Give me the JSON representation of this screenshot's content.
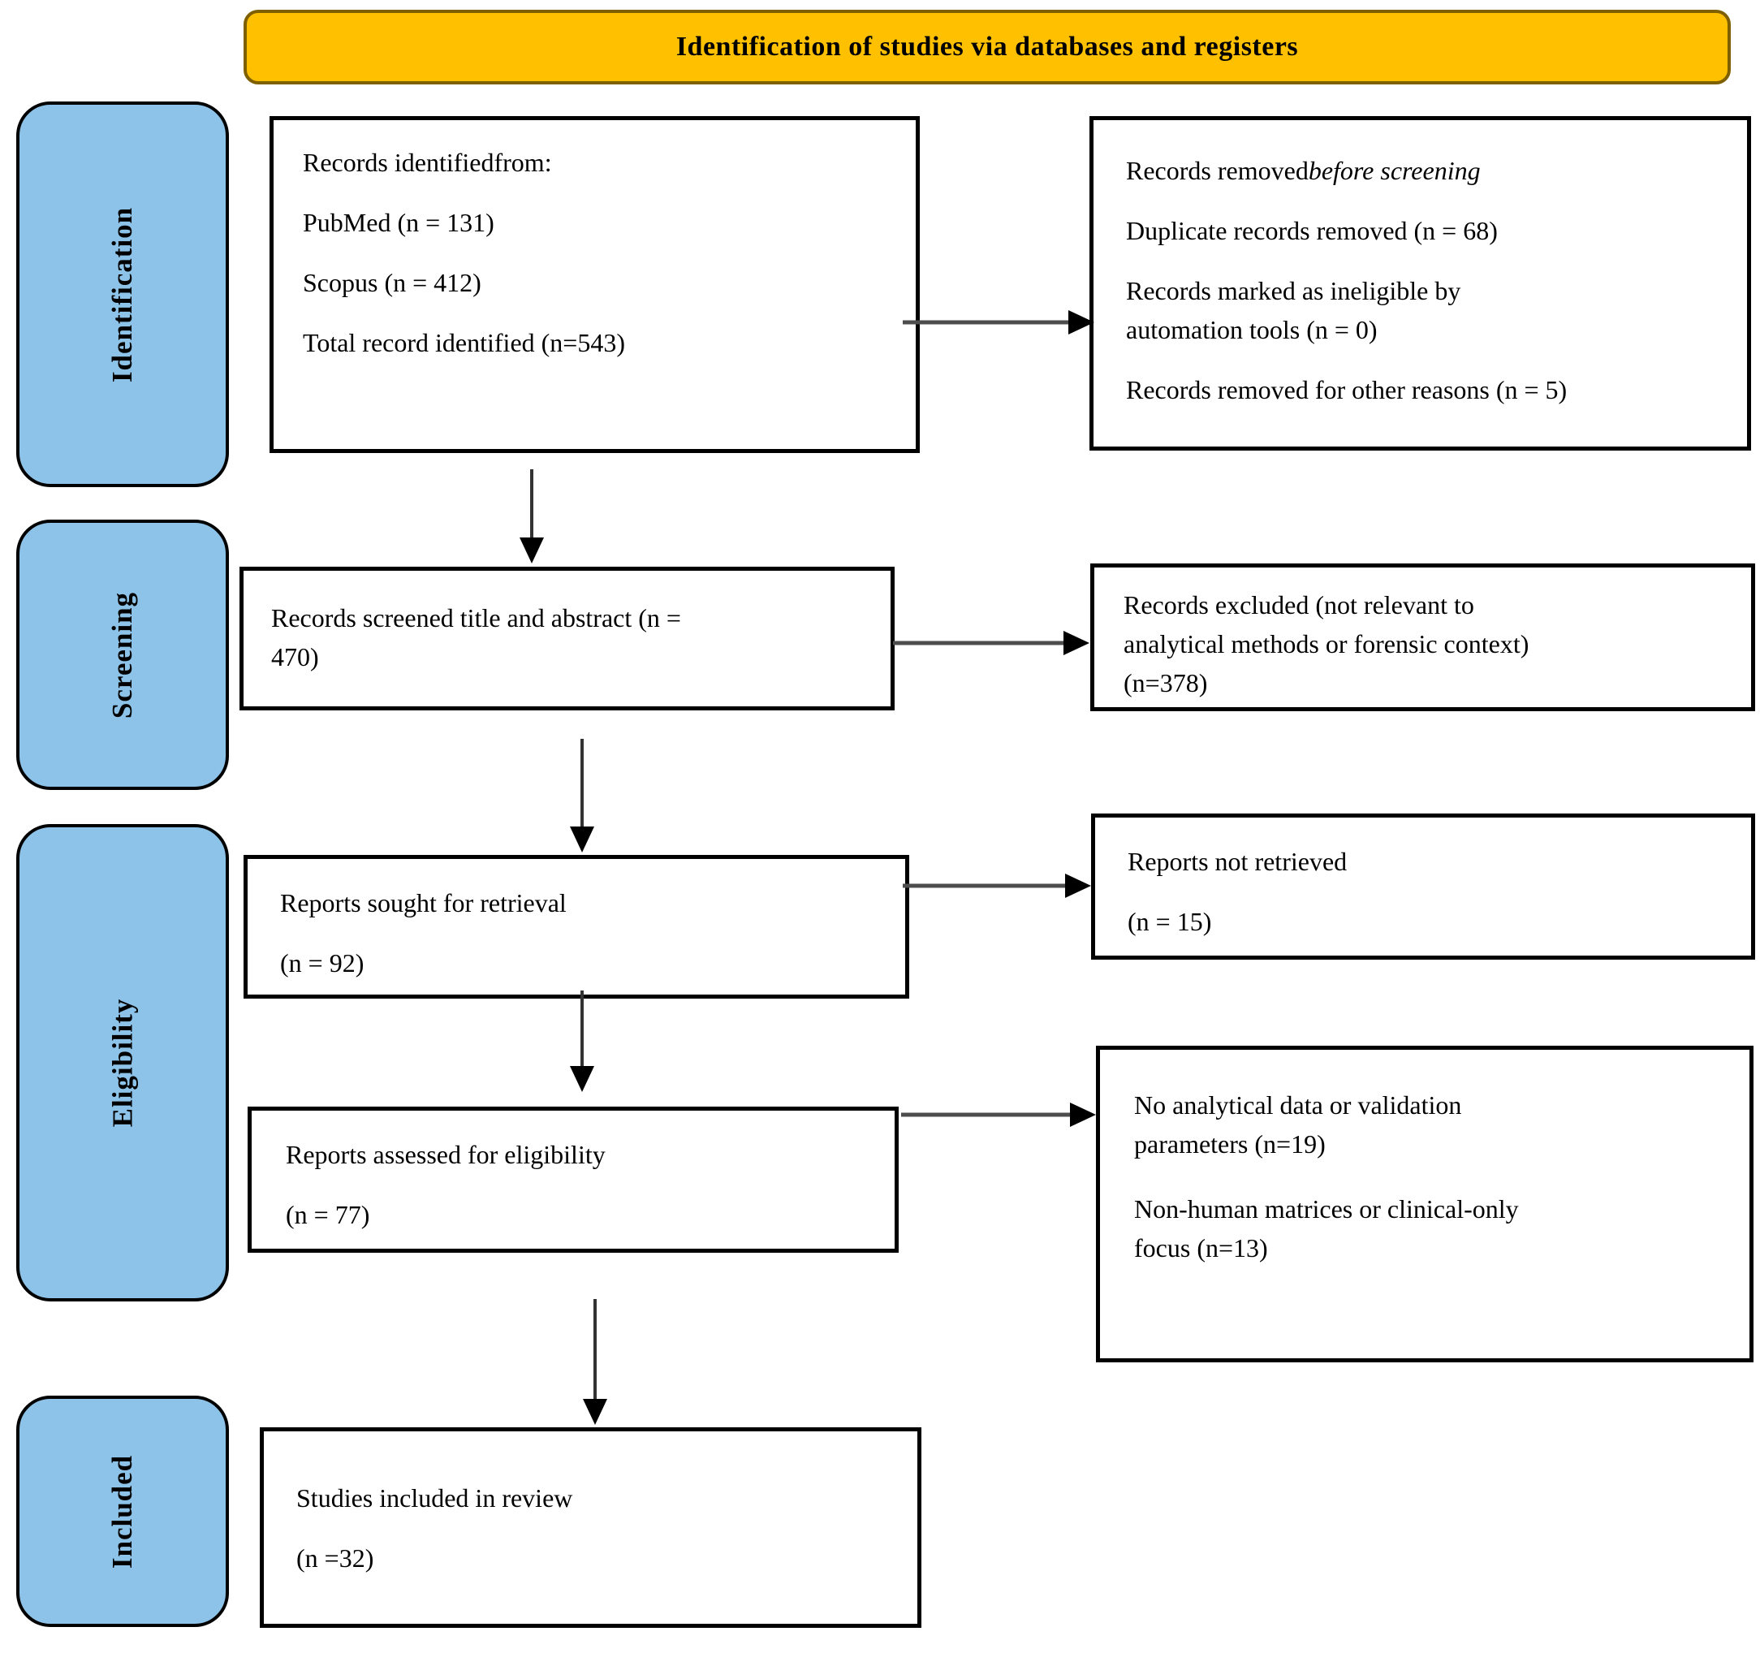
{
  "banner": {
    "title": "Identification of studies via databases and registers"
  },
  "colors": {
    "banner_fill": "#FFC000",
    "banner_border": "#7E6000",
    "stage_fill": "#8DC3E8",
    "box_background": "#FFFFFF",
    "box_border": "#000000",
    "arrow_line": "#4D4D4D",
    "arrow_head": "#000000"
  },
  "stages": {
    "identification": "Identification",
    "screening": "Screening",
    "eligibility": "Eligibility",
    "included": "Included"
  },
  "boxes": {
    "identified": {
      "l1": "Records identifiedfrom:",
      "l2": "PubMed (n = 131)",
      "l3": "Scopus (n = 412)",
      "l4": "Total record identified (n=543)"
    },
    "removed": {
      "l1_prefix": "Records removed",
      "l1_italic": "before screening",
      "l2": "Duplicate records removed (n = 68)",
      "l3": "Records marked as ineligible by",
      "l4": "automation tools (n = 0)",
      "l5": "Records removed for other reasons (n = 5)"
    },
    "screened": {
      "l1": "Records screened title and abstract (n =",
      "l2": "470)"
    },
    "excluded": {
      "l1": "Records excluded (not relevant to",
      "l2": "analytical methods or forensic context)",
      "l3": "(n=378)"
    },
    "sought": {
      "l1": "Reports sought for retrieval",
      "l2": "(n = 92)"
    },
    "not_retrieved": {
      "l1": "Reports not retrieved",
      "l2": "(n = 15)"
    },
    "assessed": {
      "l1": "Reports assessed for eligibility",
      "l2": "(n = 77)"
    },
    "full_excluded": {
      "l1": "No analytical data or validation",
      "l2": "parameters (n=19)",
      "l3": "Non-human matrices or clinical-only",
      "l4": "focus (n=13)"
    },
    "included_box": {
      "l1": "Studies included in review",
      "l2": "(n =32)"
    }
  }
}
